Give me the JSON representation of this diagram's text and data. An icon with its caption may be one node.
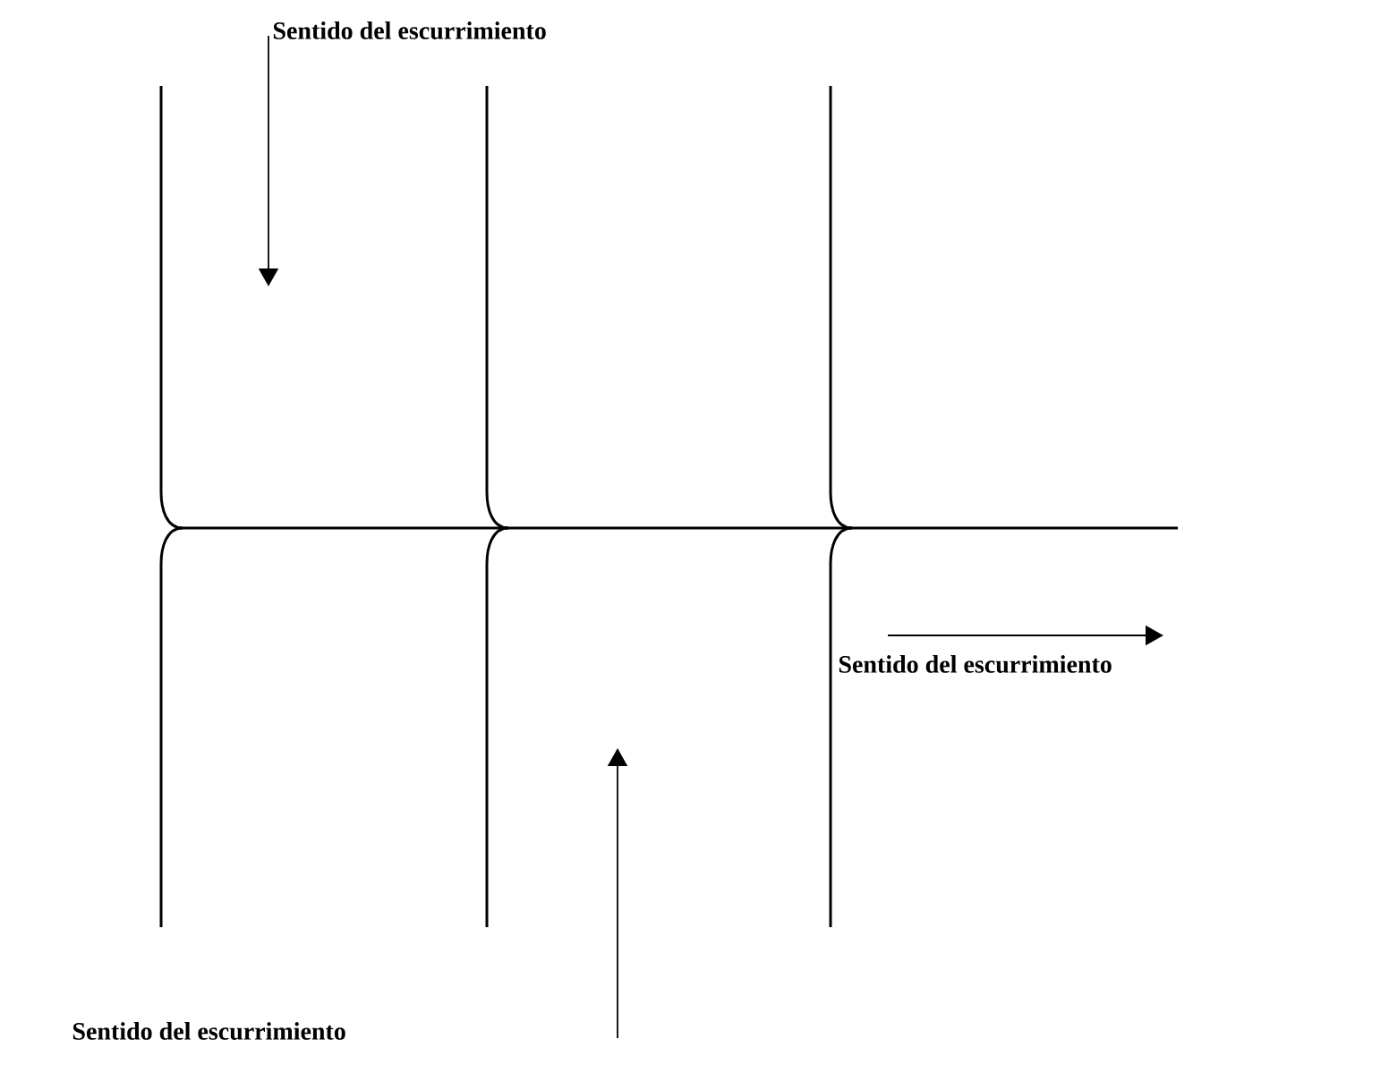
{
  "diagram": {
    "labels": [
      "Sentido del escurrimiento",
      "Sentido del escurrimiento",
      "Sentido del escurrimiento"
    ]
  }
}
